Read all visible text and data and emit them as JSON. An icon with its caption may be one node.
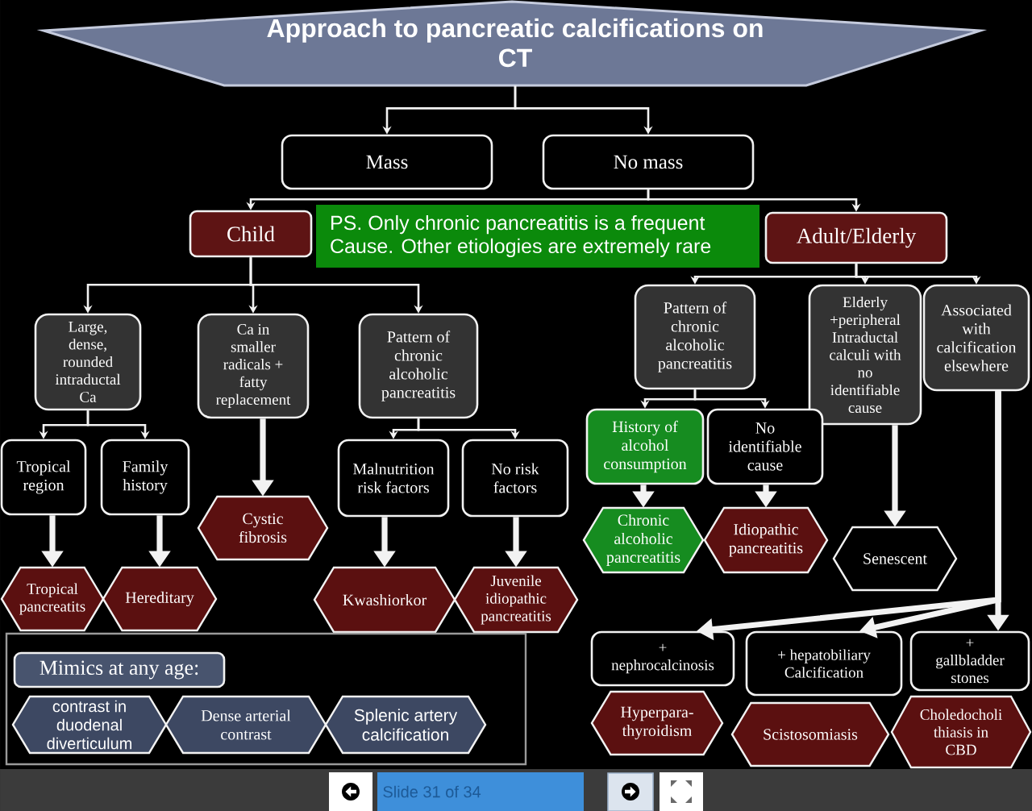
{
  "diagram": {
    "nodes": [
      {
        "text": [
          "Approach to pancreatic calcifications on CT"
        ]
      },
      {
        "text": [
          "Mass"
        ]
      },
      {
        "text": [
          "No mass"
        ]
      },
      {
        "text": [
          "Child"
        ]
      },
      {
        "text": [
          "PS. Only chronic pancreatitis is a frequent Cause. Other etiologies are extremely rare"
        ]
      },
      {
        "text": [
          "Adult/Elderly"
        ]
      },
      {
        "text": [
          "Large, dense, rounded intraductal Ca"
        ]
      },
      {
        "text": [
          "Ca in smaller radicals + fatty replacement"
        ]
      },
      {
        "text": [
          "Pattern of chronic alcoholic pancreatitis"
        ]
      },
      {
        "text": [
          "Pattern of chronic alcoholic pancreatitis"
        ]
      },
      {
        "text": [
          "Elderly +peripheral Intraductal calculi with no identifiable cause"
        ]
      },
      {
        "text": [
          "Associated with calcification elsewhere"
        ]
      },
      {
        "text": [
          "Tropical region"
        ]
      },
      {
        "text": [
          "Family history"
        ]
      },
      {
        "text": [
          "Malnutrition risk factors"
        ]
      },
      {
        "text": [
          "No risk factors"
        ]
      },
      {
        "text": [
          "History of alcohol consumption"
        ]
      },
      {
        "text": [
          "No identifiable cause"
        ]
      },
      {
        "text": [
          "Cystic fibrosis"
        ]
      },
      {
        "text": [
          "Chronic alcoholic pancreatitis"
        ]
      },
      {
        "text": [
          "Idiopathic pancreatitis"
        ]
      },
      {
        "text": [
          "Senescent"
        ]
      },
      {
        "text": [
          "Tropical pancreatits"
        ]
      },
      {
        "text": [
          "Hereditary"
        ]
      },
      {
        "text": [
          "Kwashiorkor"
        ]
      },
      {
        "text": [
          "Juvenile idiopathic pancreatitis"
        ]
      },
      {
        "text": [
          "+ nephrocalcinosis"
        ]
      },
      {
        "text": [
          "+ hepatobiliary Calcification"
        ]
      },
      {
        "text": [
          "+ gallbladder stones"
        ]
      },
      {
        "text": [],
        "shape": "box"
      },
      {
        "text": [
          "Mimics at any age:"
        ],
        "in": 29
      },
      {
        "text": [
          "contrast in duodenal diverticulum"
        ],
        "in": 29
      },
      {
        "text": [
          "Dense arterial contrast"
        ],
        "in": 29
      },
      {
        "text": [
          "Splenic artery calcification"
        ],
        "in": 29
      },
      {
        "text": [
          "Hyperpara- thyroidism"
        ]
      },
      {
        "text": [
          "Scistosomiasis"
        ]
      },
      {
        "text": [
          "Choledocholi thiasis in CBD"
        ]
      }
    ],
    "edges": [
      {
        "from": 0,
        "to": 1,
        "arrow": "to"
      },
      {
        "from": 0,
        "to": 2,
        "arrow": "to"
      },
      {
        "from": 2,
        "to": 3,
        "arrow": "to"
      },
      {
        "from": 2,
        "to": 5,
        "arrow": "to"
      },
      {
        "from": 3,
        "to": 6,
        "arrow": "to"
      },
      {
        "from": 3,
        "to": 7,
        "arrow": "to"
      },
      {
        "from": 3,
        "to": 8,
        "arrow": "to"
      },
      {
        "from": 5,
        "to": 9,
        "arrow": "to"
      },
      {
        "from": 5,
        "to": 10,
        "arrow": "to"
      },
      {
        "from": 5,
        "to": 11,
        "arrow": "to"
      },
      {
        "from": 6,
        "to": 12,
        "arrow": "to"
      },
      {
        "from": 6,
        "to": 13,
        "arrow": "to"
      },
      {
        "from": 8,
        "to": 14,
        "arrow": "to"
      },
      {
        "from": 8,
        "to": 15,
        "arrow": "to"
      },
      {
        "from": 9,
        "to": 16,
        "arrow": "to"
      },
      {
        "from": 9,
        "to": 17,
        "arrow": "to"
      },
      {
        "from": 7,
        "to": 18,
        "arrow": "to",
        "style": "thick"
      },
      {
        "from": 16,
        "to": 19,
        "arrow": "to",
        "style": "thick"
      },
      {
        "from": 17,
        "to": 20,
        "arrow": "to",
        "style": "thick"
      },
      {
        "from": 10,
        "to": 21,
        "arrow": "to",
        "style": "thick"
      },
      {
        "from": 12,
        "to": 22,
        "arrow": "to",
        "style": "thick"
      },
      {
        "from": 13,
        "to": 23,
        "arrow": "to",
        "style": "thick"
      },
      {
        "from": 14,
        "to": 24,
        "arrow": "to",
        "style": "thick"
      },
      {
        "from": 15,
        "to": 25,
        "arrow": "to",
        "style": "thick"
      },
      {
        "from": 11,
        "to": 26,
        "arrow": "to",
        "style": "thick"
      },
      {
        "from": 11,
        "to": 27,
        "arrow": "to",
        "style": "thick"
      },
      {
        "from": 11,
        "to": 28,
        "arrow": "to",
        "style": "thick"
      }
    ],
    "labels": [
      "Slide 31 of 34"
    ]
  }
}
